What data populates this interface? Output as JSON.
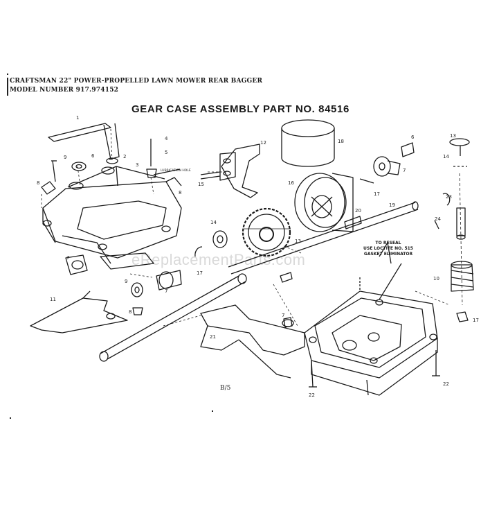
{
  "header": {
    "line1": "CRAFTSMAN 22\" POWER-PROPELLED LAWN MOWER REAR BAGGER",
    "line2": "MODEL NUMBER 917.974152"
  },
  "title": "GEAR CASE ASSEMBLY PART NO. 84516",
  "page_mark": "B/5",
  "watermark": "eReplacementParts.com",
  "note": {
    "line1": "TO RESEAL",
    "line2": "USE LOCTITE NO. 515",
    "line3": "GASKET ELIMINATOR"
  },
  "small_label": "LUBRICATION HOLE",
  "part_numbers": [
    "1",
    "2",
    "3",
    "4",
    "5",
    "6",
    "7",
    "8",
    "9",
    "10",
    "11",
    "12",
    "13",
    "14",
    "15",
    "16",
    "17",
    "18",
    "19",
    "20",
    "21",
    "22",
    "23",
    "24"
  ]
}
